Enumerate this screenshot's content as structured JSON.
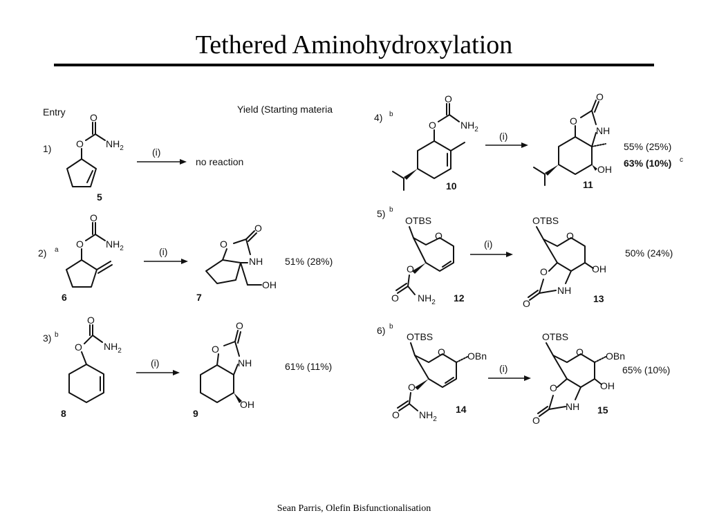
{
  "slide": {
    "title": "Tethered Aminohydroxylation",
    "footer": "Sean Parris, Olefin Bisfunctionalisation"
  },
  "scheme": {
    "header_entry": "Entry",
    "header_yield": "Yield (Starting materia",
    "reagent": "(i)",
    "entries": [
      {
        "entry": "1)",
        "note": "",
        "sm_number": "5",
        "product_number": "",
        "product_text": "no reaction",
        "yield": ""
      },
      {
        "entry": "2)",
        "note": "a",
        "sm_number": "6",
        "product_number": "7",
        "product_text": "",
        "yield": "51% (28%)"
      },
      {
        "entry": "3)",
        "note": "b",
        "sm_number": "8",
        "product_number": "9",
        "product_text": "",
        "yield": "61% (11%)"
      },
      {
        "entry": "4)",
        "note": "b",
        "sm_number": "10",
        "product_number": "11",
        "product_text": "",
        "yield": "55% (25%)",
        "yield2": "63% (10%)",
        "yield2_note": "c"
      },
      {
        "entry": "5)",
        "note": "b",
        "sm_number": "12",
        "product_number": "13",
        "product_text": "",
        "yield": "50% (24%)"
      },
      {
        "entry": "6)",
        "note": "b",
        "sm_number": "14",
        "product_number": "15",
        "product_text": "",
        "yield": "65% (10%)"
      }
    ],
    "atoms": {
      "O": "O",
      "N": "N",
      "NH": "NH",
      "NH2_main": "NH",
      "NH2_sub": "2",
      "OH": "OH",
      "OTBS": "OTBS",
      "OBn": "OBn"
    }
  }
}
